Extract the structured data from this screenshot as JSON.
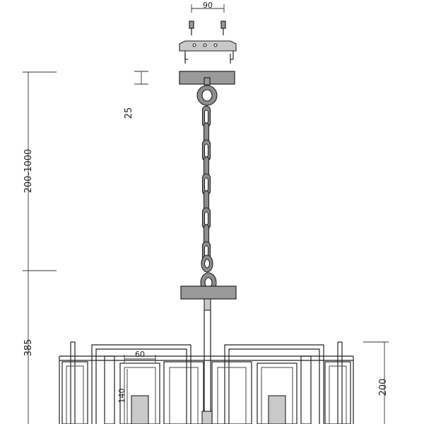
{
  "dimensions": {
    "bracket_spacing": "90",
    "canopy_height": "25",
    "chain_length": "200-1000",
    "body_height": "385",
    "shade_width": "60",
    "shade_height": "140",
    "frame_height": "200"
  }
}
